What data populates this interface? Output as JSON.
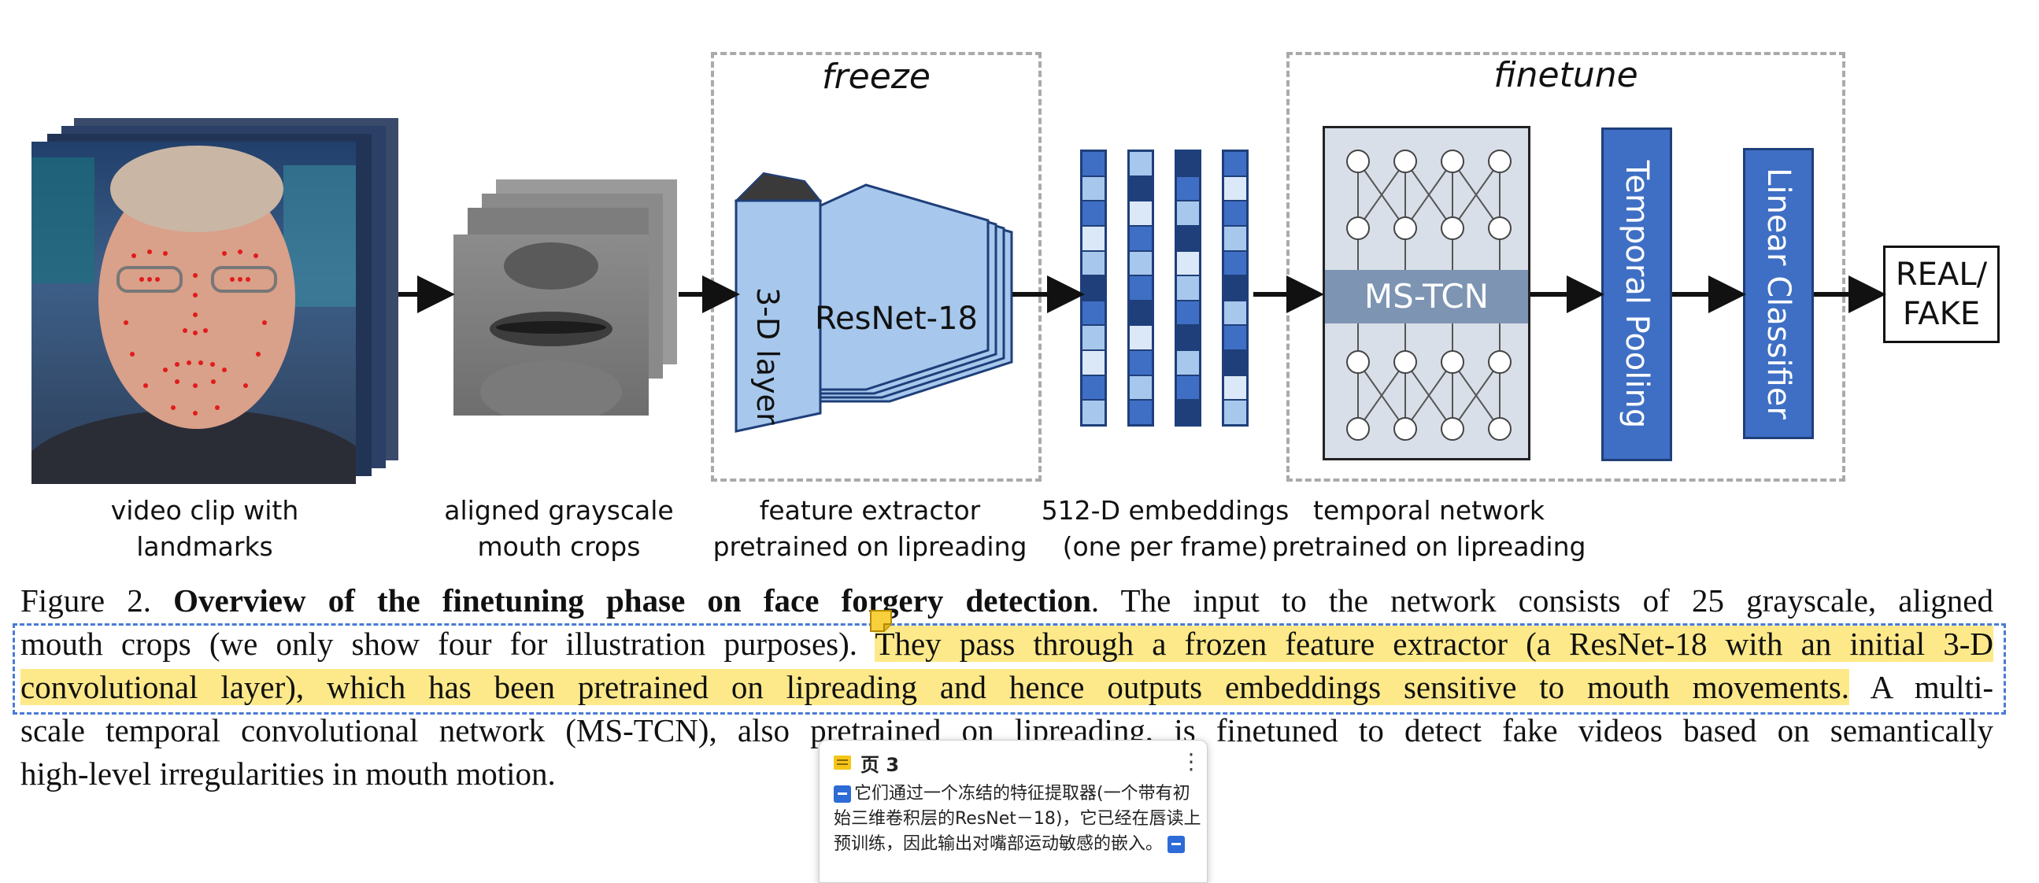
{
  "figure": {
    "stages": {
      "video": "video clip with\nlandmarks",
      "mouth": "aligned grayscale\nmouth crops",
      "extractor": "feature extractor\npretrained on lipreading",
      "embeddings": "512-D embeddings\n(one per frame)",
      "temporal": "temporal network\npretrained on lipreading"
    },
    "freeze_label": "freeze",
    "finetune_label": "finetune",
    "layer3d_label": "3-D layer",
    "resnet_label": "ResNet-18",
    "mstcn_label": "MS-TCN",
    "pooling_label": "Temporal Pooling",
    "classifier_label": "Linear Classifier",
    "output_label": "REAL/\nFAKE",
    "colors": {
      "block_light": "#a7c8ec",
      "block_dark": "#3f6fc4",
      "mstcn_band": "#7d95b3",
      "tcn_panel": "#d9dfe8"
    },
    "embedding_shades": [
      [
        "#3f6fc4",
        "#a7c8ec",
        "#3f6fc4",
        "#dbe8f7",
        "#a7c8ec",
        "#1f3f7a",
        "#3f6fc4",
        "#a7c8ec",
        "#dbe8f7",
        "#3f6fc4",
        "#a7c8ec"
      ],
      [
        "#a7c8ec",
        "#1f3f7a",
        "#dbe8f7",
        "#3f6fc4",
        "#a7c8ec",
        "#3f6fc4",
        "#1f3f7a",
        "#dbe8f7",
        "#3f6fc4",
        "#a7c8ec",
        "#3f6fc4"
      ],
      [
        "#1f3f7a",
        "#3f6fc4",
        "#a7c8ec",
        "#1f3f7a",
        "#dbe8f7",
        "#a7c8ec",
        "#3f6fc4",
        "#1f3f7a",
        "#a7c8ec",
        "#3f6fc4",
        "#1f3f7a"
      ],
      [
        "#3f6fc4",
        "#dbe8f7",
        "#3f6fc4",
        "#a7c8ec",
        "#3f6fc4",
        "#1f3f7a",
        "#a7c8ec",
        "#3f6fc4",
        "#1f3f7a",
        "#dbe8f7",
        "#a7c8ec"
      ]
    ]
  },
  "caption": {
    "label": "Figure 2.",
    "title": "Overview of the finetuning phase on face forgery detection",
    "line1_after": ".  The input to the network consists of 25 grayscale, aligned",
    "line2_pre": "mouth crops (we only show four for illustration purposes). ",
    "line2_hl": "They pass through a frozen feature extractor (a ResNet-18 with an initial 3-D",
    "line3_hl": "convolutional layer), which has been pretrained on lipreading and hence outputs embeddings sensitive to mouth movements.",
    "line3_post": " A multi-",
    "line4": "scale temporal convolutional network (MS-TCN), also pretrained on lipreading, is finetuned to detect fake videos based on semantically",
    "line5": "high-level irregularities in mouth motion."
  },
  "popup": {
    "header": "页 3",
    "body": "它们通过一个冻结的特征提取器(一个带有初始三维卷积层的ResNet－18)，它已经在唇读上预训练，因此输出对嘴部运动敏感的嵌入。"
  }
}
